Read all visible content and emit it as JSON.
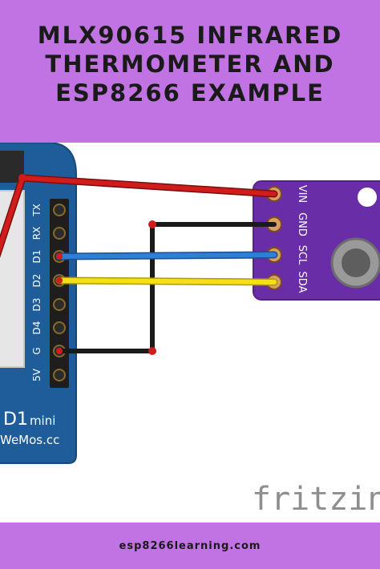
{
  "header": {
    "title_lines": [
      "MLX90615 INFRARED",
      "THERMOMETER AND",
      "ESP8266 EXAMPLE"
    ]
  },
  "board": {
    "pins": [
      "TX",
      "RX",
      "D1",
      "D2",
      "D3",
      "D4",
      "G",
      "5V"
    ],
    "name": "D1",
    "name_suffix": "mini",
    "maker": "WeMos.cc"
  },
  "sensor": {
    "pins": [
      "VIN",
      "GND",
      "SCL",
      "SDA"
    ]
  },
  "watermark": "fritzing",
  "footer": {
    "url": "esp8266learning.com"
  },
  "colors": {
    "banner": "#c173e3",
    "board": "#1f5d9a",
    "sensor": "#6a2da8",
    "wire_vin": "#d11c1c",
    "wire_gnd": "#1a1a1a",
    "wire_scl": "#2f7fd6",
    "wire_sda": "#f5e017"
  }
}
